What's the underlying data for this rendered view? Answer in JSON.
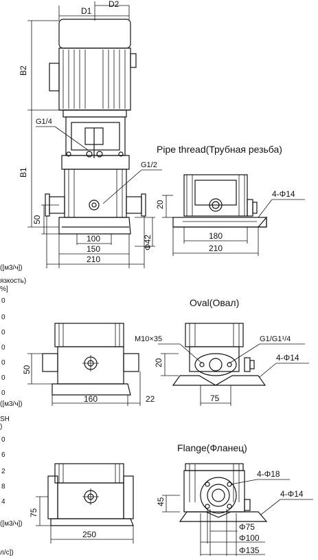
{
  "main_view": {
    "d1": "D1",
    "d2": "D2",
    "b2": "B2",
    "b1": "B1",
    "g_top": "G1/4",
    "g_side": "G1/2",
    "dim_50": "50",
    "dim_100": "100",
    "dim_150": "150",
    "dim_210": "210",
    "dim_phi42": "Φ42"
  },
  "left_column_fragments": [
    "([м3/ч])",
    "язкость)",
    "%]",
    "0",
    "0",
    "0",
    "0",
    "0",
    "0",
    "0",
    "([м3/ч])",
    "SH",
    ")",
    "0",
    "6",
    "2",
    "8",
    "4",
    "([м3/ч])",
    "л/с])"
  ],
  "pipe_thread": {
    "title": "Pipe thread(Трубная резьба)",
    "holes": "4-Φ14",
    "dim_20": "20",
    "dim_180": "180",
    "dim_210": "210"
  },
  "oval": {
    "title": "Oval(Овал)",
    "bolt": "M10×35",
    "thread": "G1/G1¹/4",
    "holes": "4-Φ14",
    "dim_20": "20",
    "dim_75": "75",
    "front_50": "50",
    "front_160": "160",
    "front_22": "22"
  },
  "flange": {
    "title": "Flange(Фланец)",
    "holes_top": "4-Φ18",
    "holes_bottom": "4-Φ14",
    "dim_45": "45",
    "phi75": "Φ75",
    "phi100": "Φ100",
    "phi135": "Φ135",
    "front_75": "75",
    "front_250": "250"
  }
}
